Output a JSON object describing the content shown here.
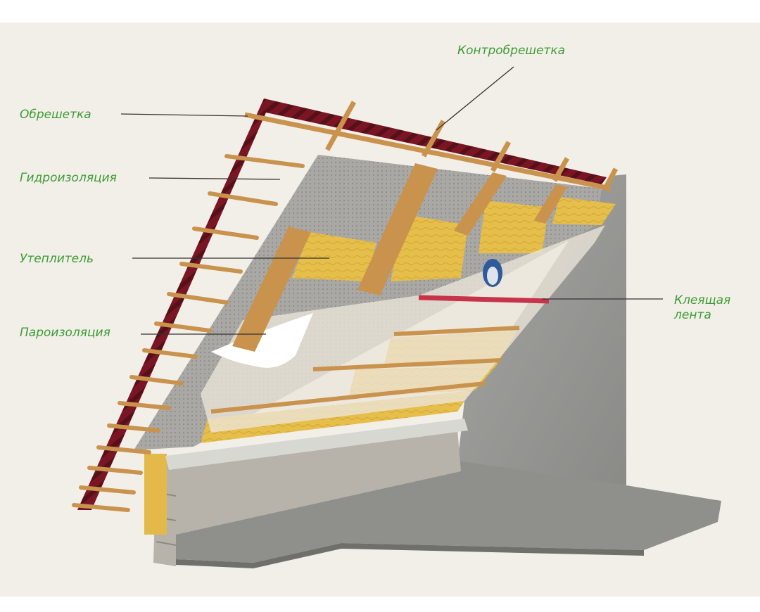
{
  "labels": {
    "counter_batten": "Контробрешетка",
    "battens": "Обрешетка",
    "waterproofing": "Гидроизоляция",
    "insulation": "Утеплитель",
    "vapor_barrier": "Пароизоляция",
    "tape_line1": "Клеящая",
    "tape_line2": "лента"
  },
  "colors": {
    "label_text": "#3d9b35",
    "leader_line": "#333333",
    "roof_tile": "#7a1524",
    "insulation": "#e6be4a",
    "wood": "#c9934e",
    "concrete": "#9a9a98",
    "membrane": "#a9a8a4",
    "tape": "#c8334a"
  }
}
